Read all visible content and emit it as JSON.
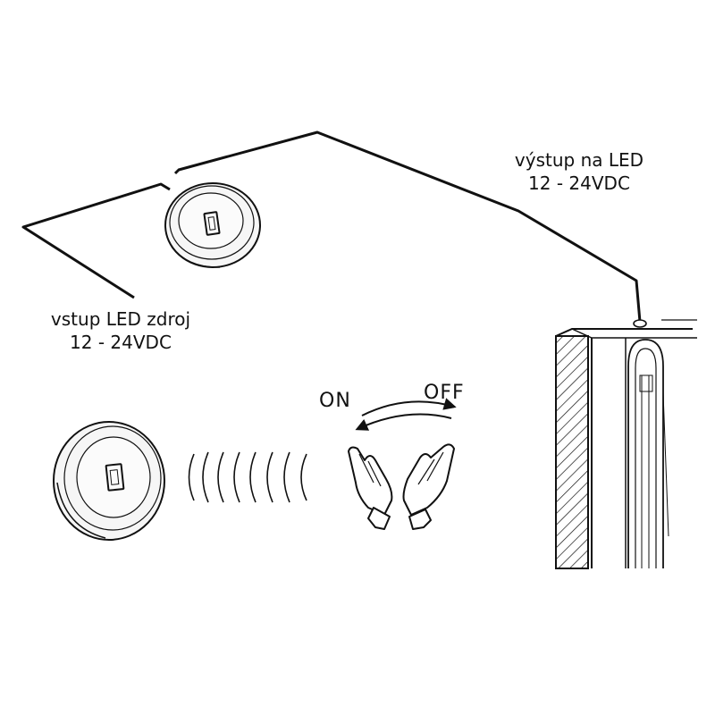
{
  "labels": {
    "output": {
      "line1": "výstup na LED",
      "line2": "12 - 24VDC"
    },
    "input": {
      "line1": "vstup LED zdroj",
      "line2": "12 - 24VDC"
    },
    "on": "ON",
    "off": "OFF"
  },
  "colors": {
    "line": "#111111",
    "background": "#ffffff",
    "device_face": "#f3f3f3"
  }
}
